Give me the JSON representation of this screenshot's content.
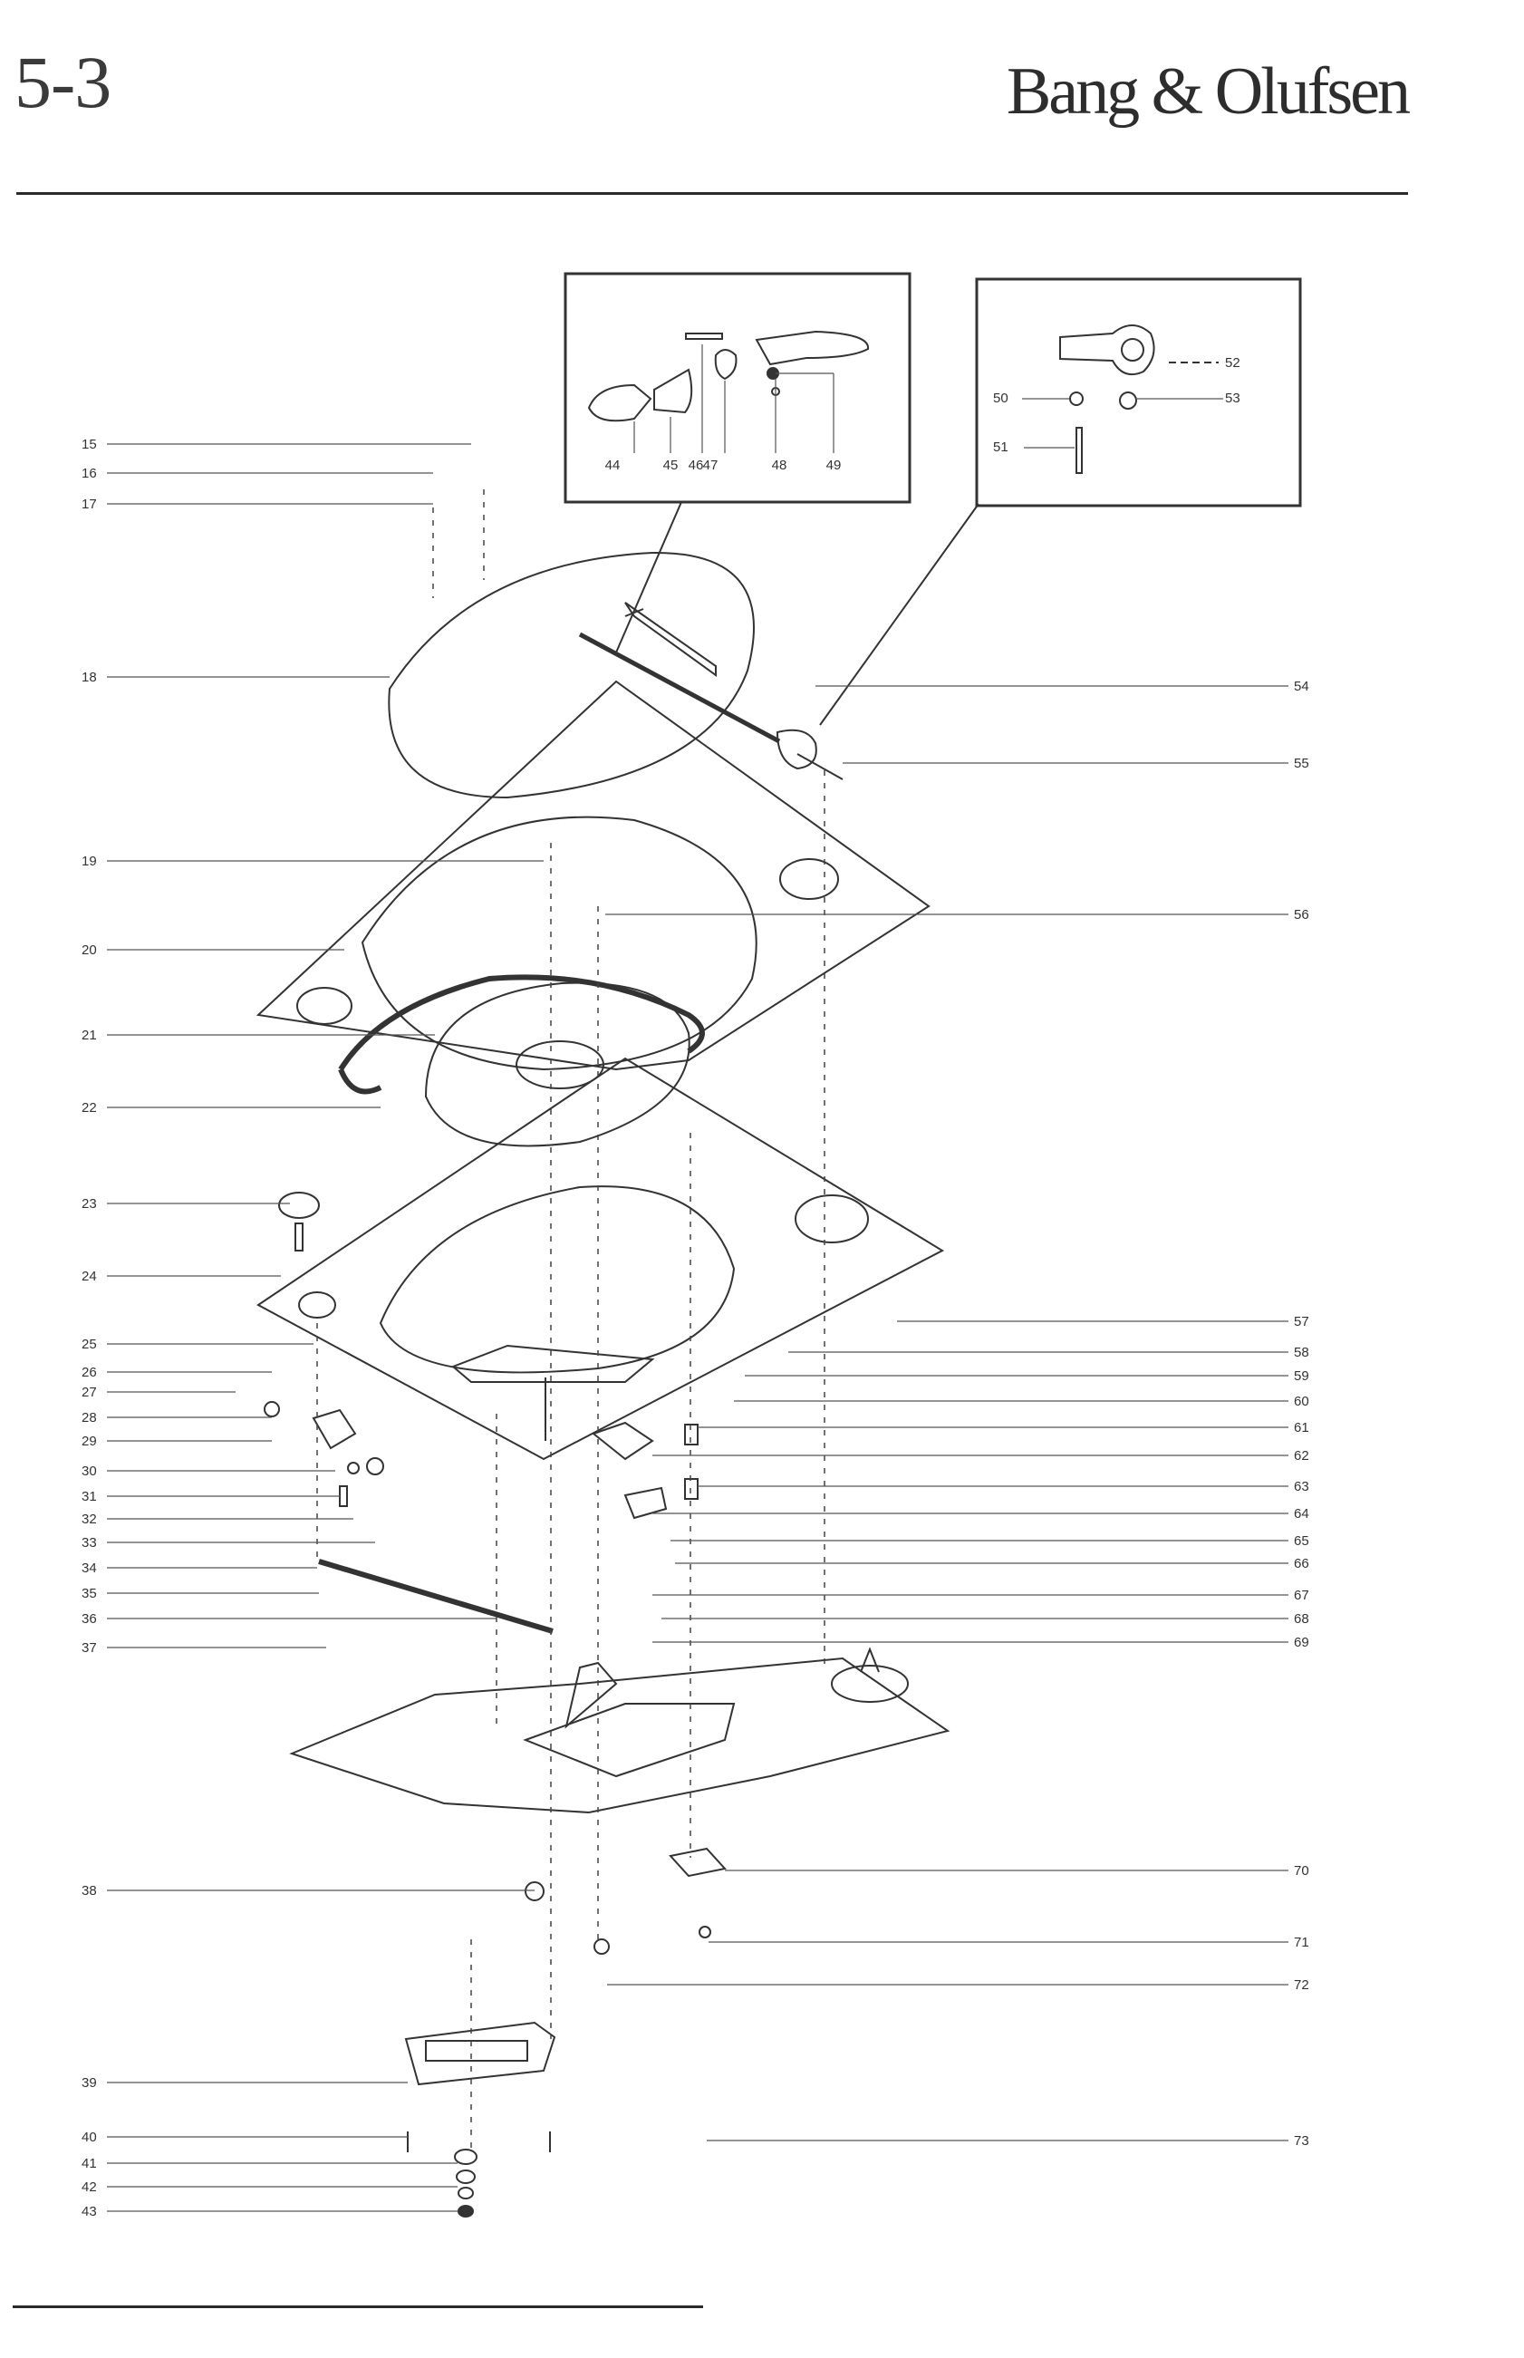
{
  "header": {
    "page_number": "5-3",
    "brand": "Bang & Olufsen"
  },
  "diagram": {
    "inset_left_labels": [
      "44",
      "45",
      "46",
      "47",
      "48",
      "49"
    ],
    "inset_right_labels": [
      "50",
      "51",
      "52",
      "53"
    ],
    "left_callouts": [
      "15",
      "16",
      "17",
      "18",
      "19",
      "20",
      "21",
      "22",
      "23",
      "24",
      "25",
      "26",
      "27",
      "28",
      "29",
      "30",
      "31",
      "32",
      "33",
      "34",
      "35",
      "36",
      "37",
      "38",
      "39",
      "40",
      "41",
      "42",
      "43"
    ],
    "right_callouts": [
      "54",
      "55",
      "56",
      "57",
      "58",
      "59",
      "60",
      "61",
      "62",
      "63",
      "64",
      "65",
      "66",
      "67",
      "68",
      "69",
      "70",
      "71",
      "72",
      "73"
    ]
  }
}
